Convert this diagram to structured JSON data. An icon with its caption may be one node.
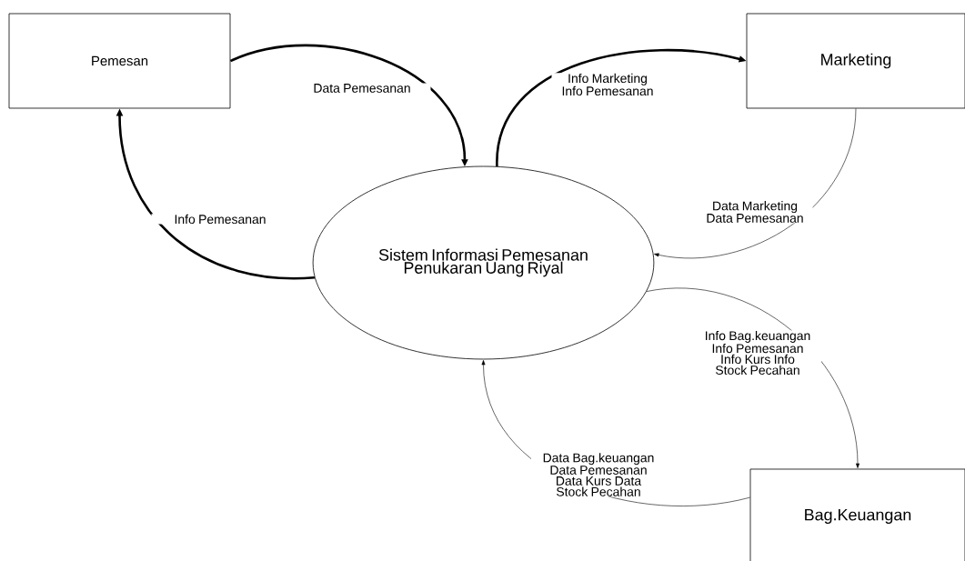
{
  "diagram": {
    "nodes": [
      {
        "text": [
          "Pemesan"
        ]
      },
      {
        "text": [
          "Sistem Informasi Pemesanan Penukaran Uang Riyal"
        ]
      },
      {
        "text": [
          "Marketing"
        ]
      },
      {
        "text": [
          "Bag.Keuangan"
        ]
      }
    ],
    "edges": [
      {
        "from": 0,
        "to": 1,
        "arrow": "to",
        "label": "Data Pemesanan",
        "style": "thick"
      },
      {
        "from": 1,
        "to": 0,
        "arrow": "to",
        "label": "Info Pemesanan",
        "style": "thick"
      },
      {
        "from": 1,
        "to": 2,
        "arrow": "to",
        "label": "Info Marketing Info Pemesanan",
        "style": "thick"
      },
      {
        "from": 2,
        "to": 1,
        "arrow": "to",
        "label": "Data Marketing Data Pemesanan"
      },
      {
        "from": 1,
        "to": 3,
        "arrow": "to",
        "label": "Info Bag.keuangan Info Pemesanan Info Kurs Info Stock Pecahan"
      },
      {
        "from": 3,
        "to": 1,
        "arrow": "to",
        "label": "Data Bag.keuangan Data Pemesanan Data Kurs Data Stock Pecahan"
      }
    ]
  }
}
